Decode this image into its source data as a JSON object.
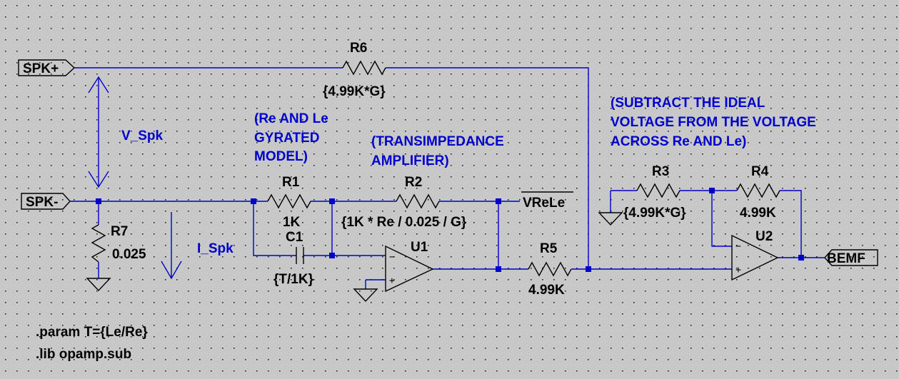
{
  "colors": {
    "background": "#c8c8c8",
    "wire": "#0000cc",
    "component": "#000000",
    "annotation": "#0000cc"
  },
  "ports": {
    "spk_plus": "SPK+",
    "spk_minus": "SPK-",
    "bemf": "BEMF"
  },
  "net_labels": {
    "vrele": "VReLe"
  },
  "components": {
    "r1": {
      "name": "R1",
      "value": "1K"
    },
    "r2": {
      "name": "R2",
      "value": "{1K * Re / 0.025 / G}"
    },
    "r3": {
      "name": "R3",
      "value": "{4.99K*G}"
    },
    "r4": {
      "name": "R4",
      "value": "4.99K"
    },
    "r5": {
      "name": "R5",
      "value": "4.99K"
    },
    "r6": {
      "name": "R6",
      "value": "{4.99K*G}"
    },
    "r7": {
      "name": "R7",
      "value": "0.025"
    },
    "c1": {
      "name": "C1",
      "value": "{T/1K}"
    },
    "u1": {
      "name": "U1"
    },
    "u2": {
      "name": "U2"
    }
  },
  "annotations": {
    "v_spk": "V_Spk",
    "i_spk": "I_Spk",
    "gyrated": [
      "(Re AND Le",
      "GYRATED",
      "MODEL)"
    ],
    "transimpedance": [
      "(TRANSIMPEDANCE",
      "AMPLIFIER)"
    ],
    "subtract": [
      "(SUBTRACT THE IDEAL",
      "VOLTAGE FROM THE VOLTAGE",
      "ACROSS Re AND Le)"
    ]
  },
  "directives": {
    "param": ".param T={Le/Re}",
    "lib": ".lib opamp.sub"
  }
}
